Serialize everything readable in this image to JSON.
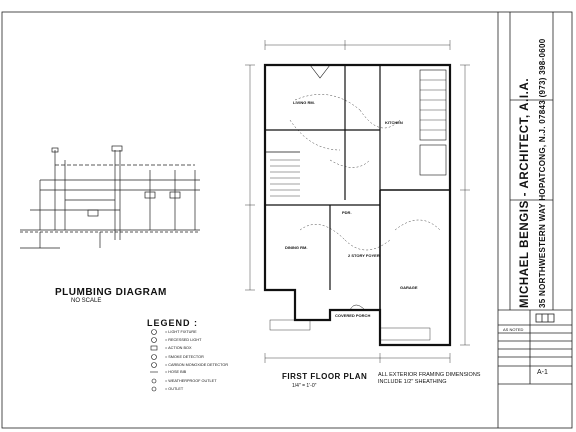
{
  "plumbing": {
    "title": "PLUMBING DIAGRAM",
    "subtitle": "NO SCALE"
  },
  "floor_plan": {
    "title": "FIRST FLOOR PLAN",
    "scale": "1/4\" = 1'-0\"",
    "note_line1": "ALL EXTERIOR FRAMING DIMENSIONS",
    "note_line2": "INCLUDE 1/2\" SHEATHING",
    "rooms": {
      "living": "LIVING RM.",
      "kitchen": "KITCHEN",
      "dining": "DINING RM.",
      "foyer": "2 STORY FOYER",
      "garage": "GARAGE",
      "porch": "COVERED PORCH",
      "pdr": "PDR."
    }
  },
  "legend": {
    "title": "LEGEND :",
    "items": [
      "= LIGHT FIXTURE",
      "= RECESSED LIGHT",
      "= ACTION BOX",
      "= SMOKE DETECTOR",
      "= CARBON MONOXIDE DETECTOR",
      "= HOSE BIB",
      "= WEATHERPROOF OUTLET",
      "= OUTLET"
    ]
  },
  "title_block": {
    "architect": "MICHAEL BENGIS - ARCHITECT, A.I.A.",
    "address": "35 NORTHWESTERN WAY HOPATCONG, N.J. 07843 (973) 398-0600",
    "scale_label": "AS NOTED",
    "sheet": "A-1"
  }
}
